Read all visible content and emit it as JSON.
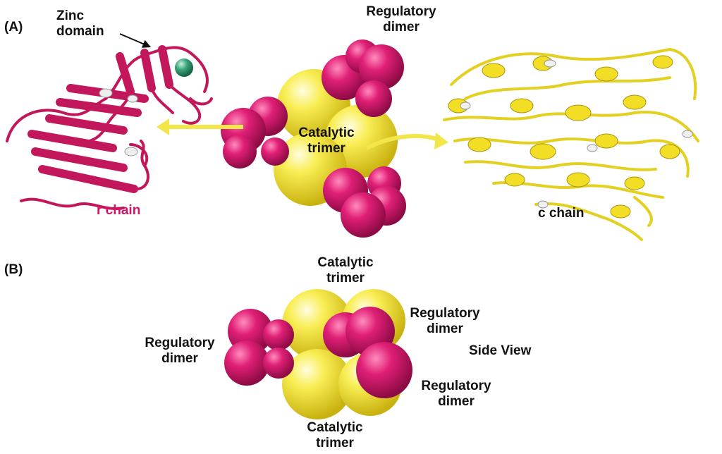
{
  "panels": {
    "a": {
      "tag": "(A)",
      "zinc_domain": [
        "Zinc",
        "domain"
      ],
      "regulatory_dimer": [
        "Regulatory",
        "dimer"
      ],
      "catalytic_trimer": [
        "Catalytic",
        "trimer"
      ],
      "r_chain": "r chain",
      "c_chain": "c chain"
    },
    "b": {
      "tag": "(B)",
      "catalytic_trimer_top": [
        "Catalytic",
        "trimer"
      ],
      "regulatory_dimer_left": [
        "Regulatory",
        "dimer"
      ],
      "regulatory_dimer_right_top": [
        "Regulatory",
        "dimer"
      ],
      "regulatory_dimer_right_bottom": [
        "Regulatory",
        "dimer"
      ],
      "side_view": "Side View",
      "catalytic_trimer_bottom": [
        "Catalytic",
        "trimer"
      ]
    }
  },
  "colors": {
    "regulatory": "#d8186e",
    "catalytic": "#f6e83a",
    "zinc": "#3aa57a",
    "arrow": "#f2e64a"
  }
}
